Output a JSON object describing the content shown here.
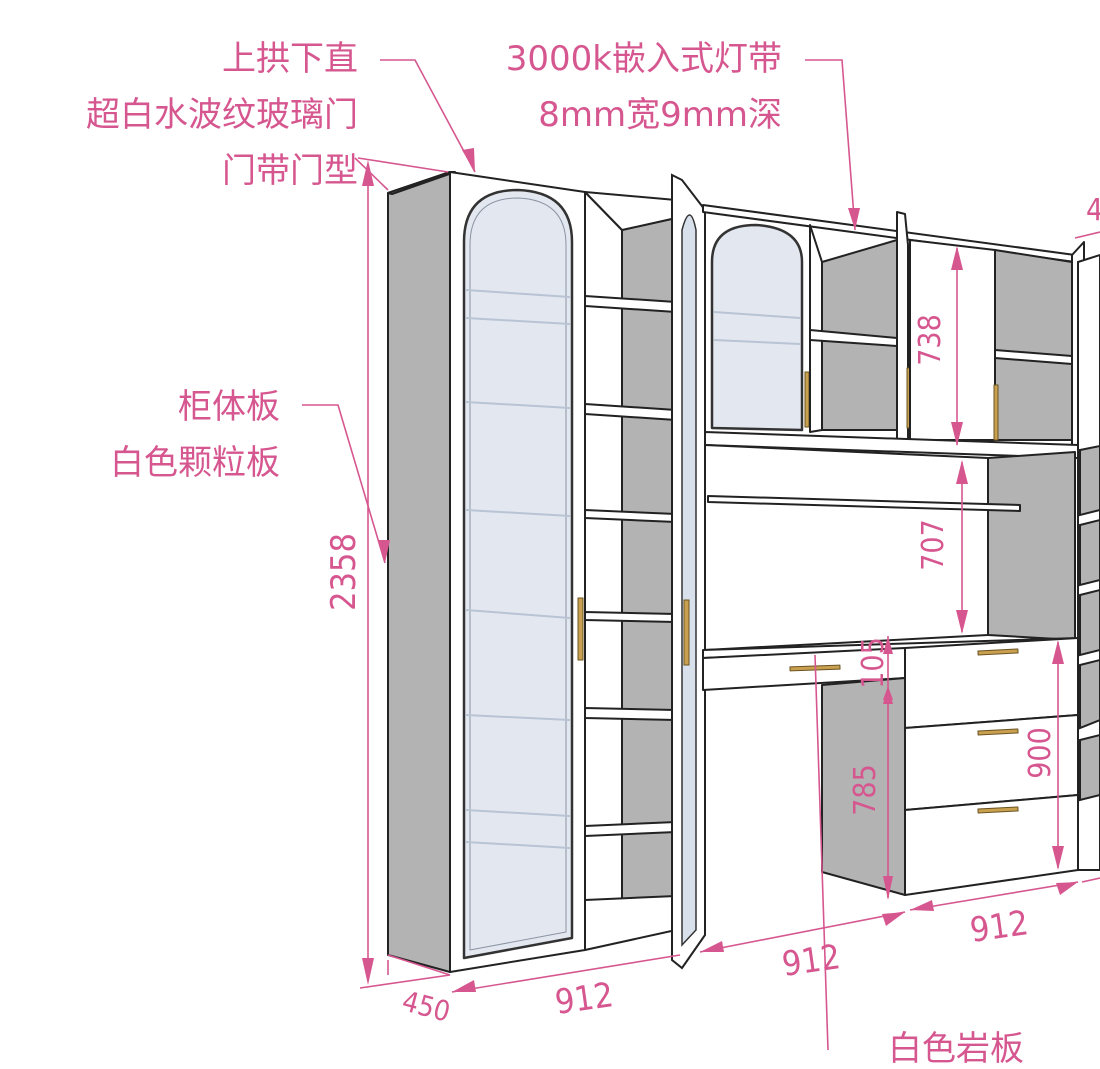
{
  "callouts": {
    "door": {
      "line1": "上拱下直",
      "line2": "超白水波纹玻璃门",
      "line3": "门带门型"
    },
    "light": {
      "line1": "3000k嵌入式灯带",
      "line2": "8mm宽9mm深"
    },
    "board": {
      "line1": "柜体板",
      "line2": "白色颗粒板"
    },
    "bottom": {
      "line1": "白色岩板"
    }
  },
  "dimensions": {
    "height_total": "2358",
    "upper_cabinet": "738",
    "desk_opening": "707",
    "desk_thickness": "105",
    "desk_height": "785",
    "drawer_height": "900",
    "depth": "450",
    "width_left": "912",
    "width_middle": "912",
    "width_right": "912",
    "partial_top_right": "4"
  },
  "colors": {
    "annotation": "#d6578f",
    "panel_gray": "#b3b3b3",
    "panel_white": "#ffffff",
    "outline": "#222222",
    "glass": "#d8e0ec",
    "handle": "#c8a050"
  }
}
